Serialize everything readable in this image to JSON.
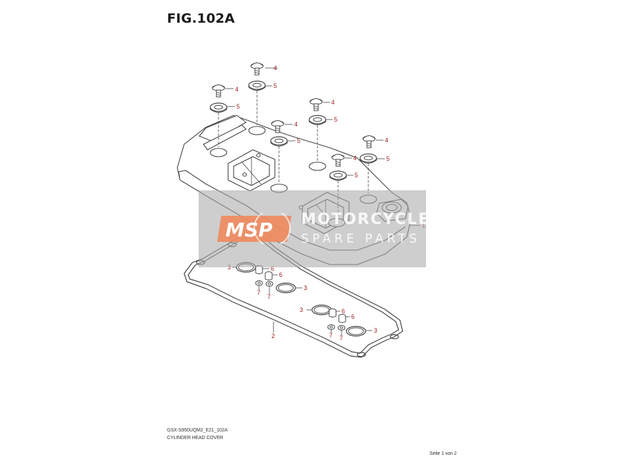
{
  "figure": {
    "title": "FIG.102A"
  },
  "footer": {
    "model_code": "GSX-S950UQM2_E21_102A",
    "section_name": "CYLINDER HEAD COVER",
    "page": "Seite 1 von 2"
  },
  "watermark": {
    "logo": "MSP",
    "line1": "MOTORCYCLE",
    "line2": "SPARE PARTS"
  },
  "callouts": {
    "c4a": "4",
    "c5a": "5",
    "c4b": "4",
    "c5b": "5",
    "c4c": "4",
    "c5c": "5",
    "c4d": "4",
    "c5d": "5",
    "c4e": "4",
    "c5e": "5",
    "c4f": "4",
    "c5f": "5",
    "c1": "1",
    "c2": "2",
    "c3a": "3",
    "c6a": "6",
    "c6b": "6",
    "c3b": "3",
    "c7a": "7",
    "c7b": "7",
    "c3c": "3",
    "c6c": "6",
    "c6d": "6",
    "c3d": "3",
    "c7c": "7",
    "c7d": "7"
  },
  "colors": {
    "line": "#444444",
    "callout": "#9b1c1c",
    "watermark_bg": "#aaaaaa",
    "msp_orange": "#f08a5d"
  }
}
